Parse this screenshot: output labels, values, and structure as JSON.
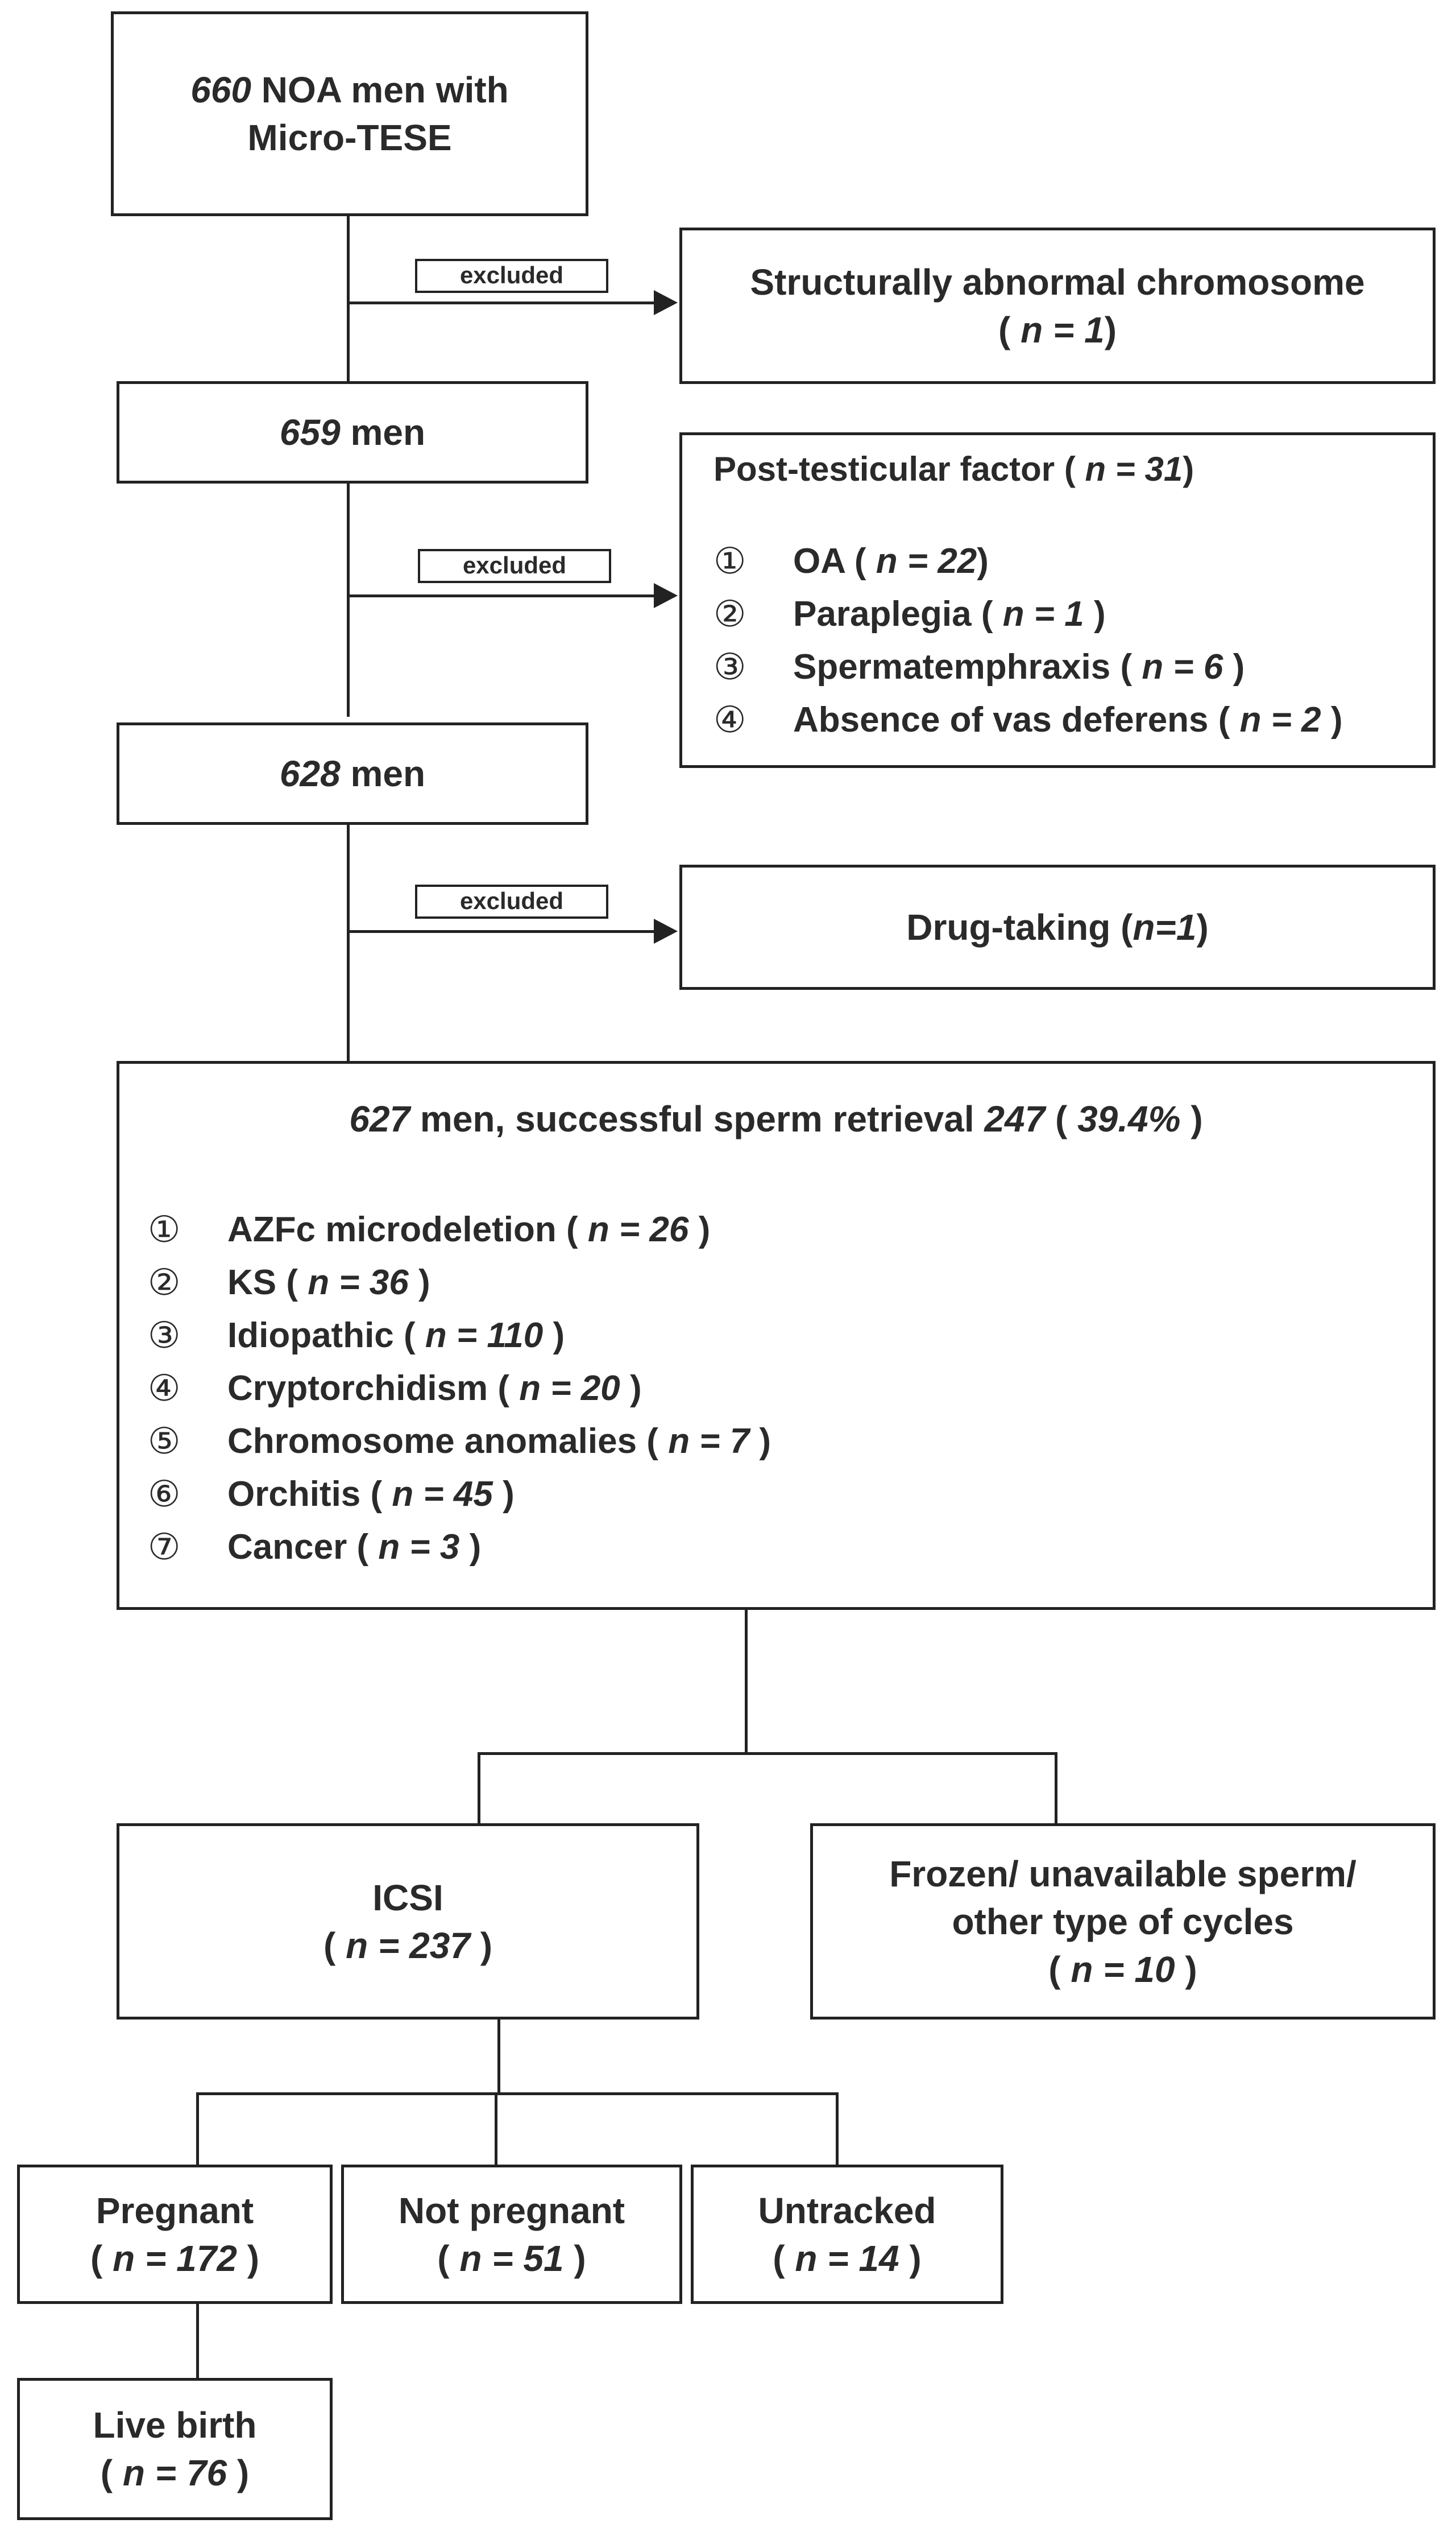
{
  "flowchart": {
    "start": {
      "n": "660",
      "line1_rest": " NOA men with",
      "line2": "Micro-TESE"
    },
    "exclusion_label": "excluded",
    "excl1": {
      "line1": "Structurally abnormal chromosome",
      "pre": "( ",
      "n": "n = 1",
      "post": ")"
    },
    "step2": {
      "n": "659",
      "rest": " men"
    },
    "excl2": {
      "title_pre": "Post-testicular factor ( ",
      "title_n": "n = 31",
      "title_post": ")",
      "items": [
        {
          "num": "①",
          "label": "OA  ( ",
          "n": "n = 22",
          "post": ")"
        },
        {
          "num": "②",
          "label": "Paraplegia ( ",
          "n": "n = 1",
          "post": " )"
        },
        {
          "num": "③",
          "label": "Spermatemphraxis ( ",
          "n": "n = 6",
          "post": " )"
        },
        {
          "num": "④",
          "label": "Absence of vas deferens ( ",
          "n": "n = 2",
          "post": " )"
        }
      ]
    },
    "step3": {
      "n": "628",
      "rest": " men"
    },
    "excl3": {
      "pre": "Drug-taking (",
      "n": "n=1",
      "post": ")"
    },
    "main": {
      "n": "627",
      "mid": " men, successful sperm retrieval ",
      "n2": "247",
      "p_pre": " ( ",
      "pct": "39.4%",
      "p_post": " )",
      "items": [
        {
          "num": "①",
          "label": "AZFc microdeletion ( ",
          "n": "n =  26",
          "post": " )"
        },
        {
          "num": "②",
          "label": "KS ( ",
          "n": "n = 36",
          "post": " )"
        },
        {
          "num": "③",
          "label": "Idiopathic ( ",
          "n": "n = 110",
          "post": " )"
        },
        {
          "num": "④",
          "label": "Cryptorchidism ( ",
          "n": "n = 20",
          "post": " )"
        },
        {
          "num": "⑤",
          "label": "Chromosome anomalies ( ",
          "n": "n = 7",
          "post": " )"
        },
        {
          "num": "⑥",
          "label": "Orchitis ( ",
          "n": "n = 45",
          "post": " )"
        },
        {
          "num": "⑦",
          "label": "Cancer ( ",
          "n": "n = 3",
          "post": " )"
        }
      ]
    },
    "icsi": {
      "label": "ICSI",
      "pre": "( ",
      "n": "n = 237",
      "post": " )"
    },
    "frozen": {
      "line1": "Frozen/ unavailable sperm/",
      "line2": "other type of cycles",
      "pre": "( ",
      "n": "n = 10",
      "post": " )"
    },
    "pregnant": {
      "label": "Pregnant",
      "pre": "( ",
      "n": "n = 172",
      "post": " )"
    },
    "not_pregnant": {
      "label": "Not pregnant",
      "pre": "( ",
      "n": "n = 51",
      "post": " )"
    },
    "untracked": {
      "label": "Untracked",
      "pre": "( ",
      "n": "n = 14",
      "post": " )"
    },
    "live_birth": {
      "label": "Live birth",
      "pre": "( ",
      "n": "n = 76",
      "post": " )"
    }
  }
}
